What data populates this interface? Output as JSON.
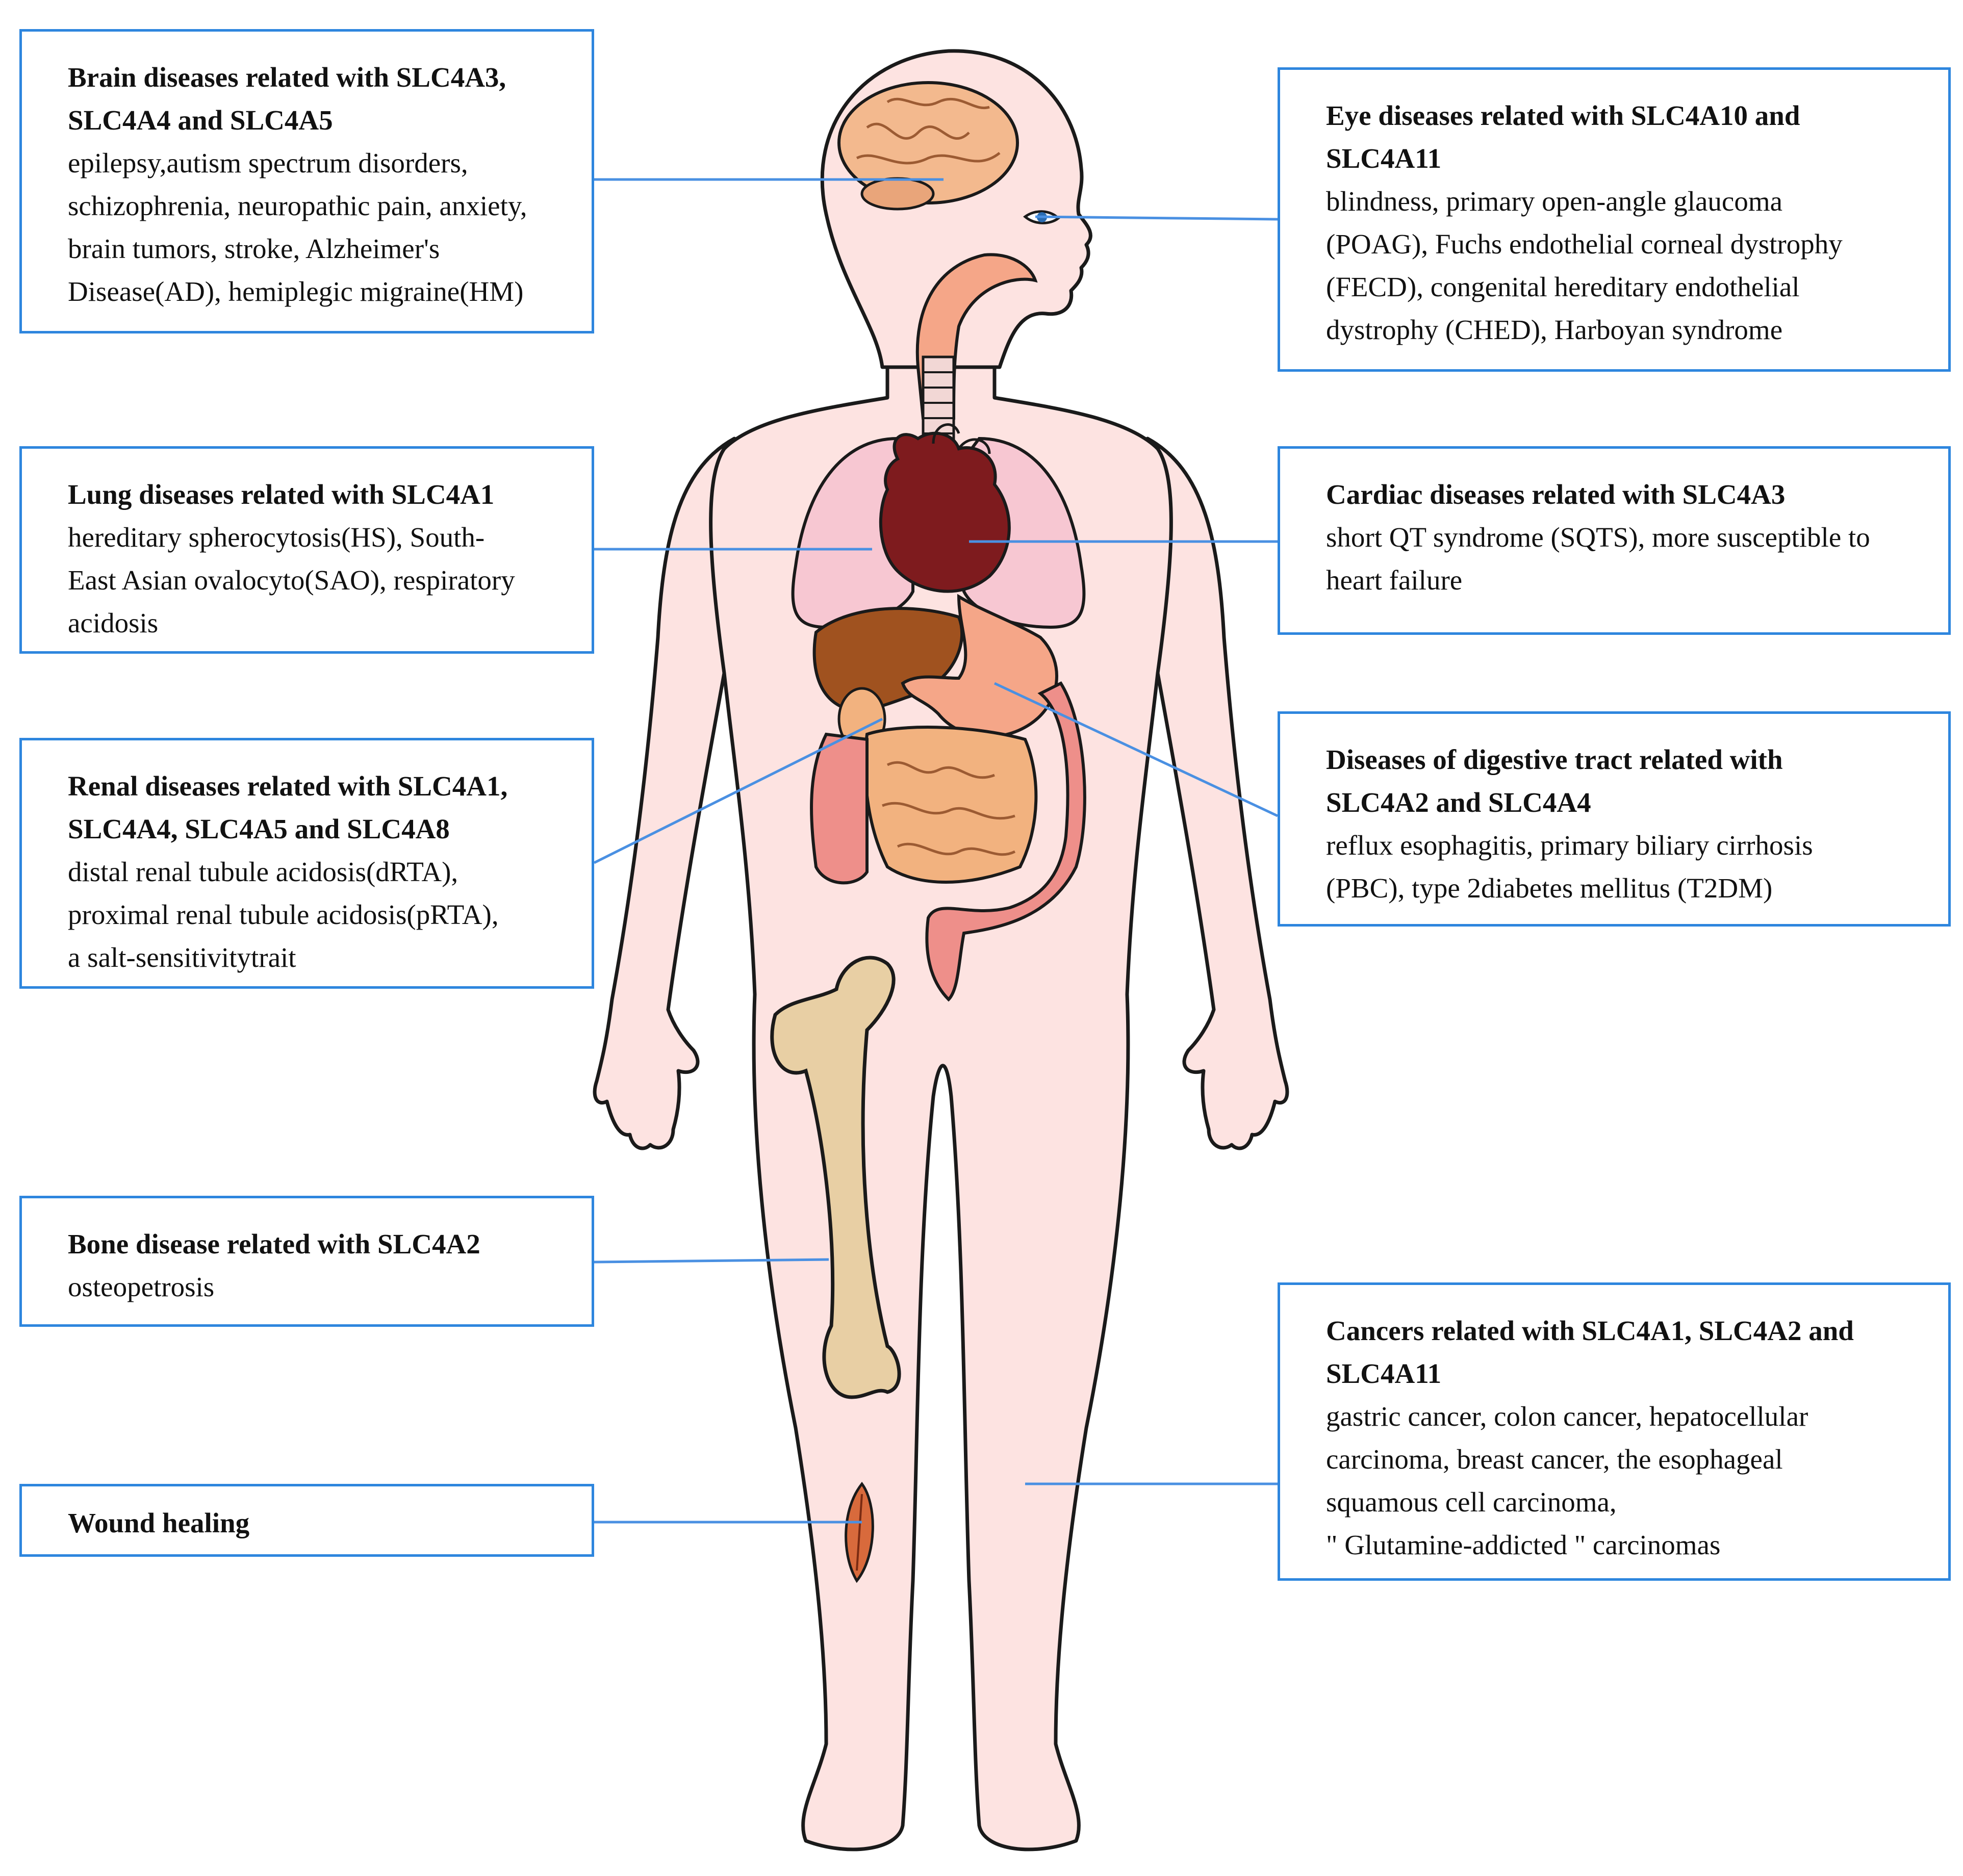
{
  "colors": {
    "box_border": "#2e86de",
    "leader_line": "#4a90e2",
    "skin": "#fde3e1",
    "outline": "#1a1a1a",
    "brain": "#f3b98e",
    "lungs": "#f7c7d2",
    "heart": "#7e1b1e",
    "liver": "#a0521f",
    "stomach": "#f5a688",
    "intestine": "#f2b27f",
    "colon": "#ee8f8a",
    "bone": "#e8cfa4",
    "wound": "#d86a3c"
  },
  "boxes": {
    "brain": {
      "title": "Brain diseases related with SLC4A3,\nSLC4A4 and SLC4A5",
      "desc": "epilepsy,autism spectrum disorders,\nschizophrenia, neuropathic pain, anxiety,\nbrain tumors, stroke, Alzheimer's\nDisease(AD), hemiplegic migraine(HM)"
    },
    "eye": {
      "title": "Eye diseases related with SLC4A10 and\nSLC4A11",
      "desc": "blindness, primary open-angle glaucoma\n(POAG), Fuchs endothelial corneal dystrophy\n  (FECD), congenital hereditary endothelial\ndystrophy (CHED), Harboyan syndrome"
    },
    "lung": {
      "title": "Lung diseases related with SLC4A1",
      "desc": "hereditary spherocytosis(HS), South-\nEast Asian ovalocyto(SAO), respiratory\nacidosis"
    },
    "cardiac": {
      "title": "Cardiac diseases related with SLC4A3",
      "desc": "short QT syndrome (SQTS), more susceptible to\nheart failure"
    },
    "renal": {
      "title": "Renal diseases related with SLC4A1,\nSLC4A4, SLC4A5 and SLC4A8",
      "desc": "distal renal tubule acidosis(dRTA),\nproximal renal tubule acidosis(pRTA),\na salt-sensitivitytrait"
    },
    "digestive": {
      "title": "Diseases of digestive tract  related with\nSLC4A2 and SLC4A4",
      "desc": "reflux esophagitis, primary biliary cirrhosis\n(PBC), type 2diabetes mellitus (T2DM)"
    },
    "bone": {
      "title": "Bone disease related with SLC4A2",
      "desc": "osteopetrosis"
    },
    "cancer": {
      "title": "Cancers related with SLC4A1, SLC4A2 and\nSLC4A11",
      "desc": "gastric cancer, colon cancer, hepatocellular\ncarcinoma, breast cancer, the esophageal\nsquamous cell carcinoma,\n  \" Glutamine-addicted \" carcinomas"
    },
    "wound": {
      "title": "Wound healing",
      "desc": ""
    }
  }
}
